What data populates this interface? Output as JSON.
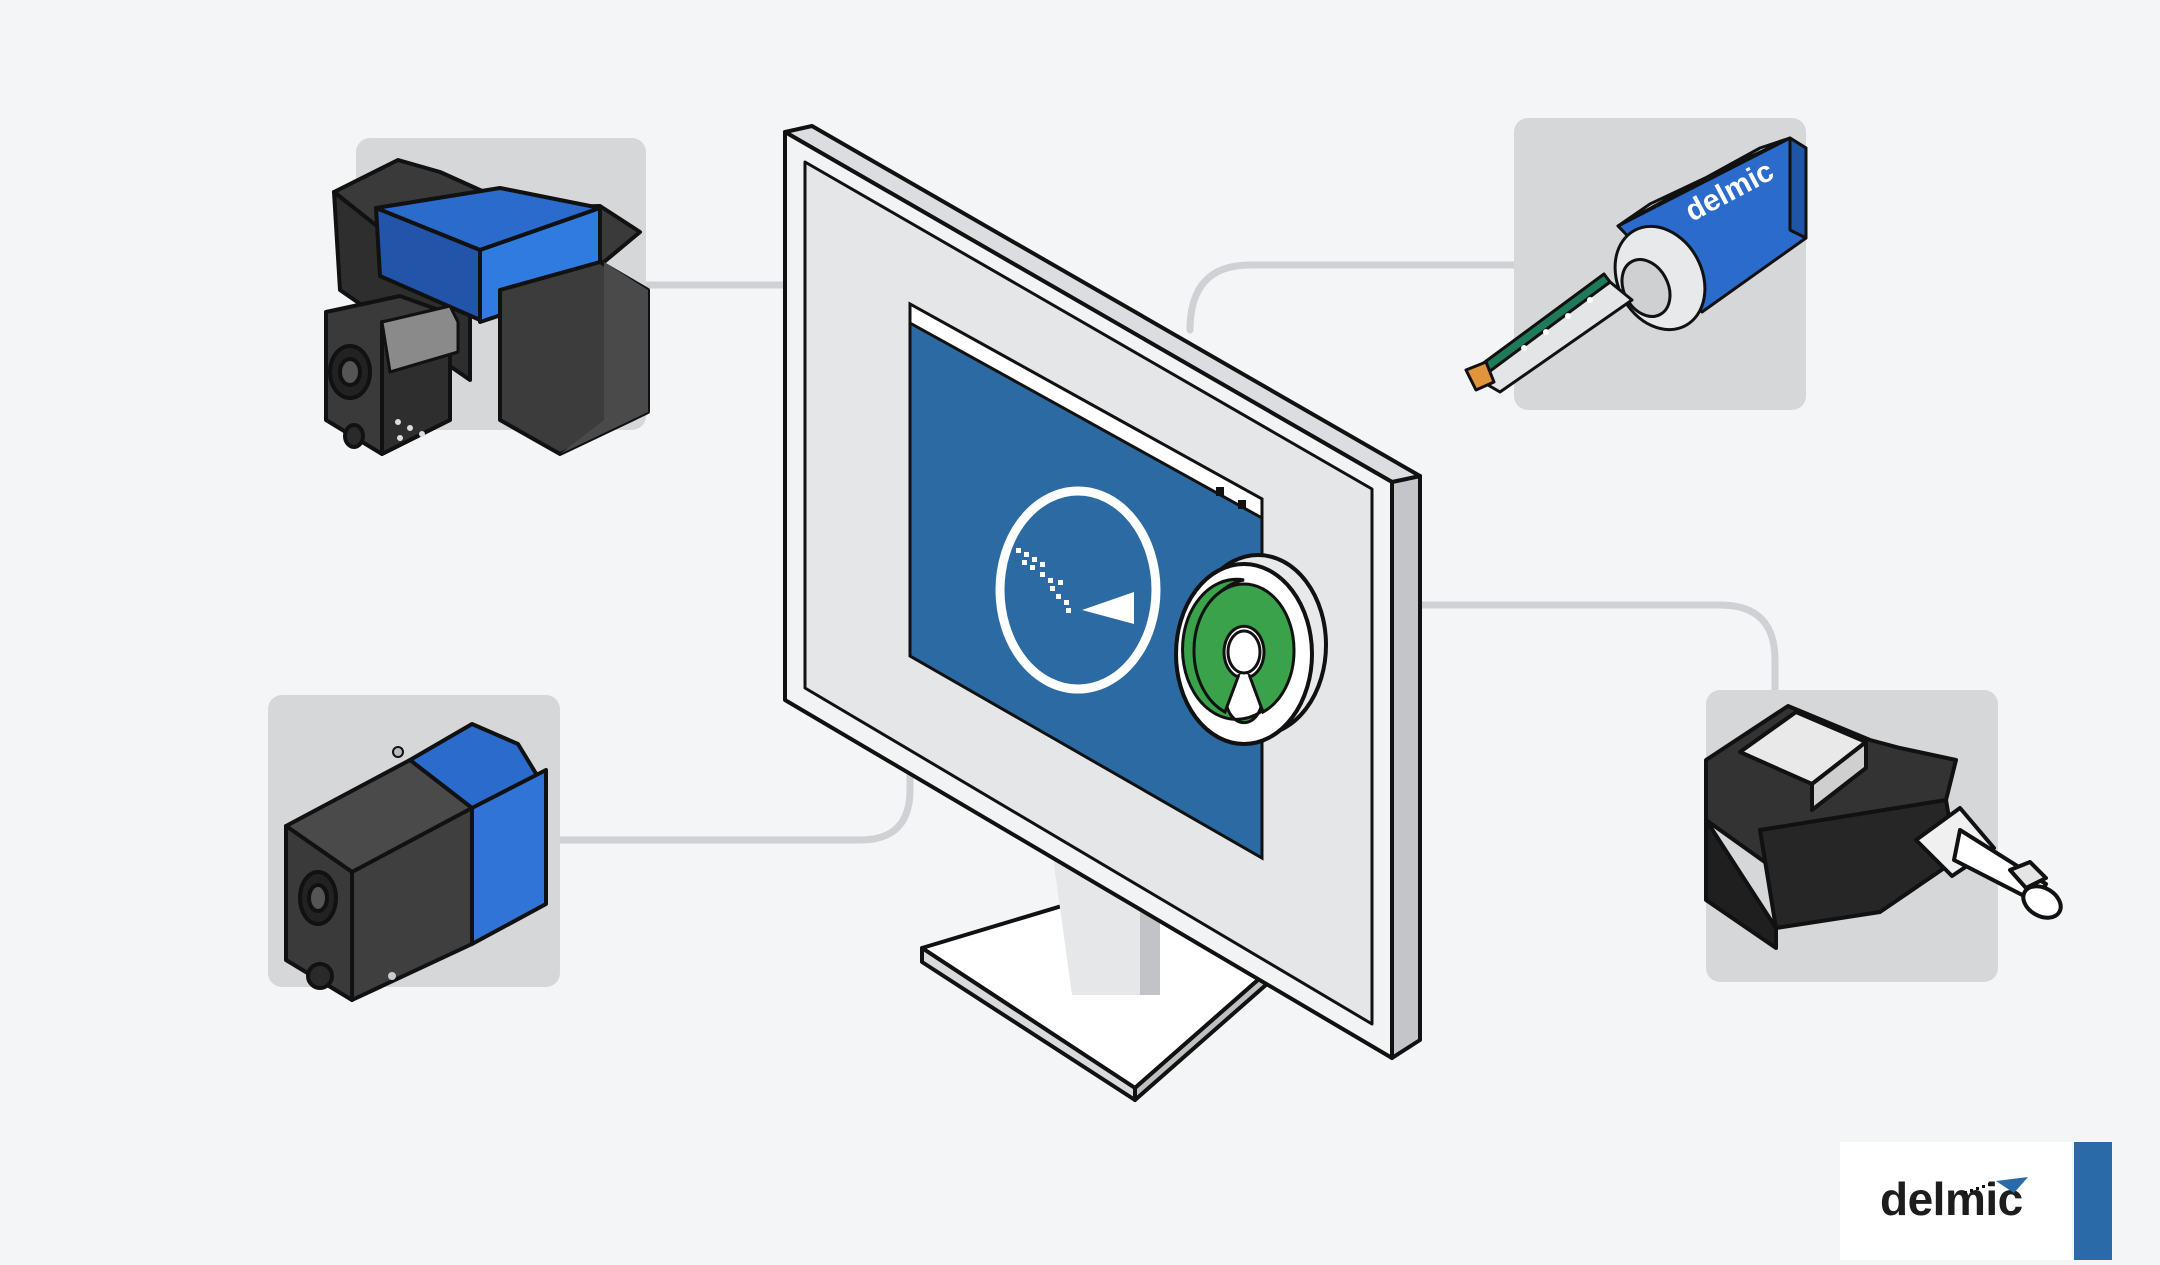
{
  "brand": {
    "name": "delmic"
  },
  "devices": {
    "top_left": "spectrometer-camera",
    "bottom_left": "camera",
    "top_right": "delmic-probe",
    "bottom_right": "fiber-coupled-module"
  },
  "probe_label": "delmic",
  "colors": {
    "background": "#f4f5f7",
    "tile": "#d6d7d9",
    "connector": "#cfd1d4",
    "screen_blue": "#2a6aa8",
    "device_blue": "#2a6bcb",
    "device_dark": "#3b3b3b",
    "opensource_green": "#3aa24a"
  }
}
